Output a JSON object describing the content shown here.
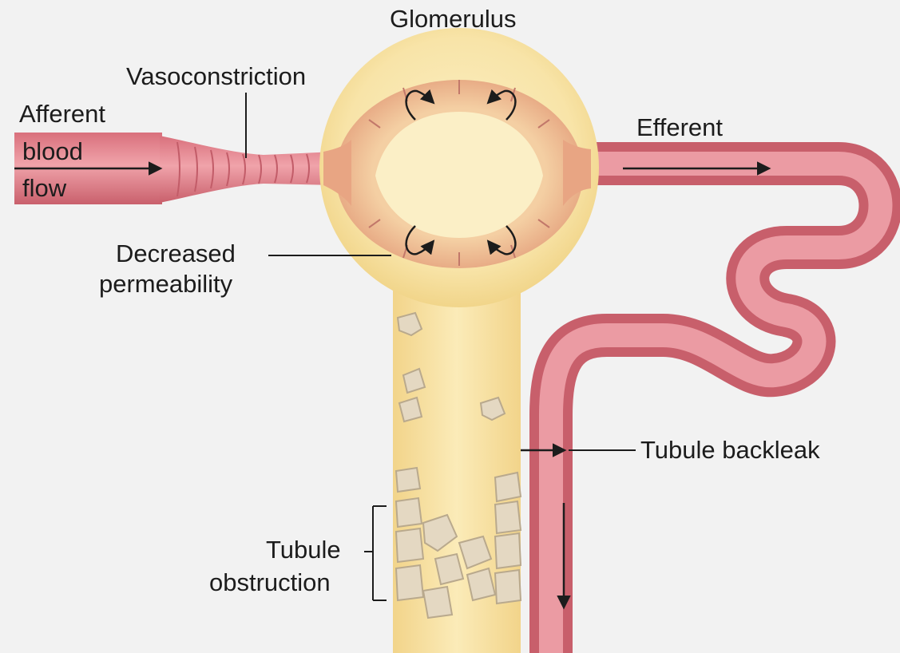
{
  "labels": {
    "glomerulus": "Glomerulus",
    "vasoconstriction": "Vasoconstriction",
    "afferent": "Afferent",
    "blood": "blood",
    "flow": "flow",
    "efferent": "Efferent",
    "decreased": "Decreased",
    "permeability": "permeability",
    "tubule_backleak": "Tubule backleak",
    "tubule": "Tubule",
    "obstruction": "obstruction"
  },
  "colors": {
    "background": "#f2f2f2",
    "vessel_fill": "#e4868f",
    "vessel_dark": "#c85f6b",
    "glomerulus_fill": "#f7e2a3",
    "capsule_ring": "#e9b48e",
    "tubule_fill": "#f6dc9a",
    "cast_fill": "#e4d8c2",
    "label_text": "#1c1c1c"
  }
}
